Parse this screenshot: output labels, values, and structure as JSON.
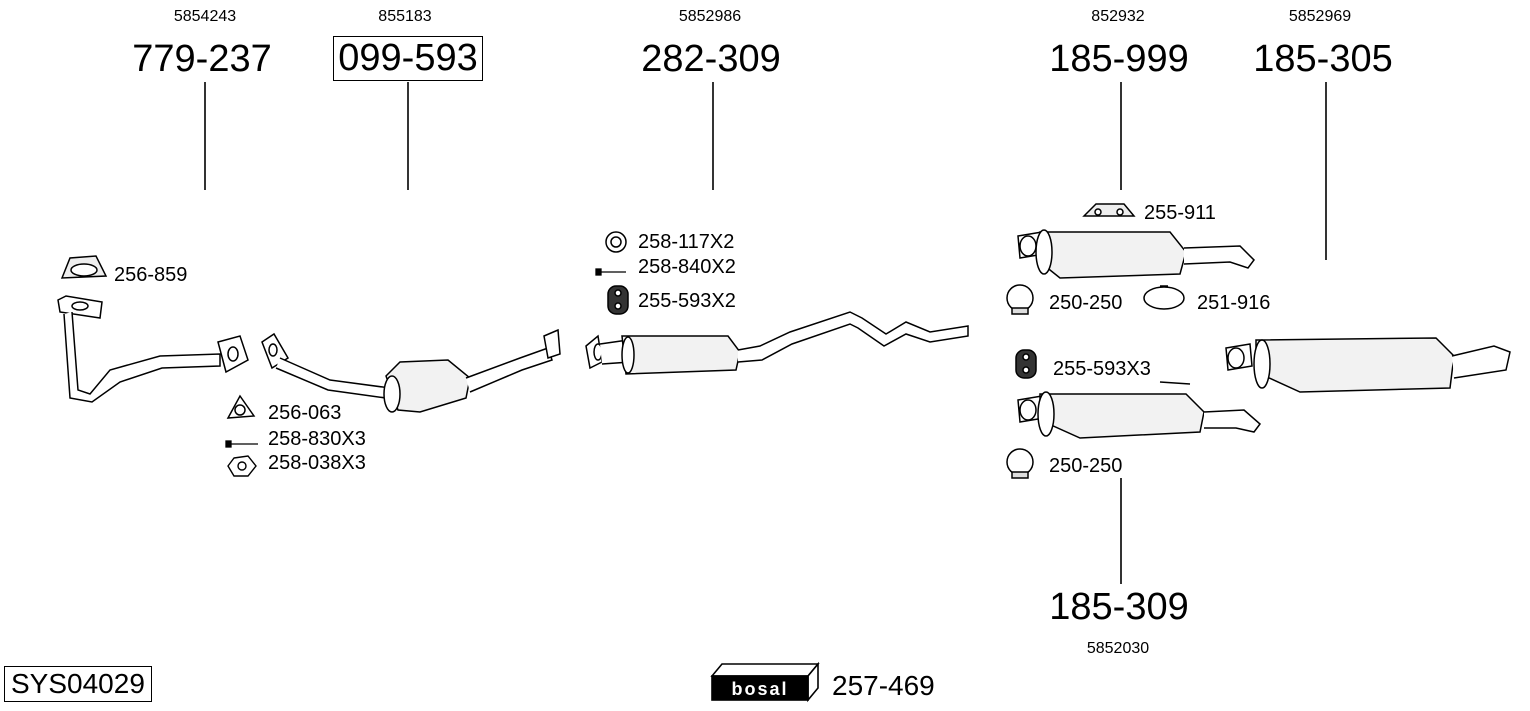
{
  "system_code": "SYS04029",
  "brand": {
    "logo_text": "bosal",
    "part": "257-469"
  },
  "main_parts": [
    {
      "name": "front-pipe",
      "oe": "5854243",
      "part": "779-237",
      "boxed": false
    },
    {
      "name": "catalytic-converter",
      "oe": "855183",
      "part": "099-593",
      "boxed": true
    },
    {
      "name": "centre-pipe",
      "oe": "5852986",
      "part": "282-309",
      "boxed": false
    },
    {
      "name": "rear-silencer-a",
      "oe": "852932",
      "part": "185-999",
      "boxed": false
    },
    {
      "name": "rear-silencer-b",
      "oe": "5852969",
      "part": "185-305",
      "boxed": false
    },
    {
      "name": "rear-silencer-c",
      "oe": "5852030",
      "part": "185-309",
      "boxed": false
    }
  ],
  "fitting_labels": {
    "gasket_front": "256-859",
    "gasket_cat": "256-063",
    "bolt_cat": "258-830X3",
    "nut_cat": "258-038X3",
    "ring": "258-117X2",
    "bolt_centre": "258-840X2",
    "rubber_centre": "255-593X2",
    "bracket_rear": "255-911",
    "clamp_a": "250-250",
    "clamp_b": "251-916",
    "rubber_rear": "255-593X3",
    "clamp_c": "250-250"
  }
}
